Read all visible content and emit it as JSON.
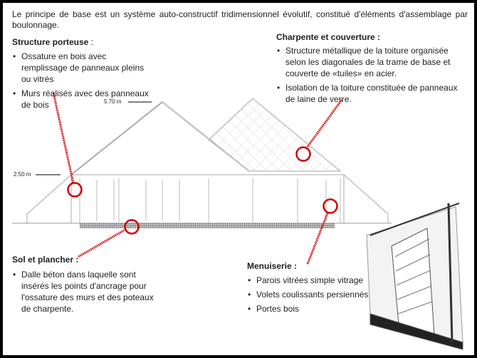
{
  "intro": "Le principe de base est un système auto-constructif tridimensionnel évolutif, constitué d'éléments d'assemblage par boulonnage.",
  "structure": {
    "title": "Structure porteuse",
    "suffix": " :",
    "items": [
      "Ossature en bois avec remplissage de panneaux pleins ou vitrés",
      "Murs réalisés avec des panneaux de bois"
    ]
  },
  "charpente": {
    "title": "Charpente et couverture :",
    "items": [
      "Structure métallique de la toiture organisée selon les diagonales de la trame de base et couverte de «tuiles» en acier.",
      "Isolation de la toiture constituée de panneaux de laine de verre."
    ]
  },
  "sol": {
    "title": "Sol et plancher :",
    "items": [
      "Dalle béton dans laquelle sont insérés les points d'ancrage pour l'ossature des murs et des poteaux de charpente."
    ]
  },
  "menuiserie": {
    "title": "Menuiserie :",
    "items": [
      "Parois vitrées simple vitrage",
      "Volets coulissants persiennés",
      "Portes bois"
    ]
  },
  "dimensions": {
    "ridge": "5.70 m",
    "eave": "2.50 m"
  },
  "colors": {
    "callout": "#cc0000",
    "line": "#999999"
  }
}
